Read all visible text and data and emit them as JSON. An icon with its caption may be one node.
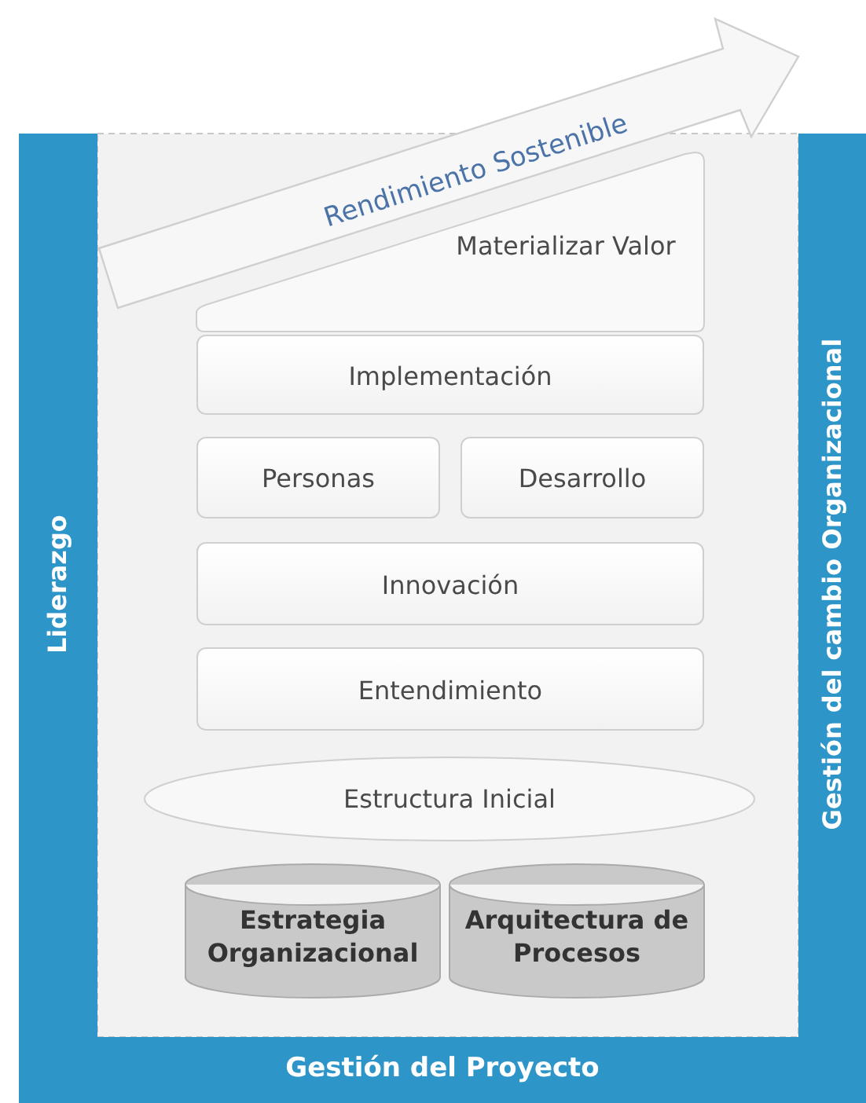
{
  "diagram": {
    "nodes": [
      {
        "text": [
          "Rendimiento Sostenible"
        ]
      },
      {
        "text": [
          "Materializar Valor"
        ]
      },
      {
        "text": [
          "Implementación"
        ]
      },
      {
        "text": [
          "Personas"
        ]
      },
      {
        "text": [
          "Desarrollo"
        ]
      },
      {
        "text": [
          "Innovación"
        ]
      },
      {
        "text": [
          "Entendimiento"
        ]
      },
      {
        "text": [
          "Estructura Inicial"
        ]
      },
      {
        "text": [
          "Estrategia Organizacional"
        ]
      },
      {
        "text": [
          "Arquitectura de Procesos"
        ]
      },
      {
        "text": [
          "Liderazgo"
        ]
      },
      {
        "text": [
          "Gestión del cambio Organizacional"
        ]
      },
      {
        "text": [
          "Gestión del Proyecto"
        ]
      }
    ]
  }
}
